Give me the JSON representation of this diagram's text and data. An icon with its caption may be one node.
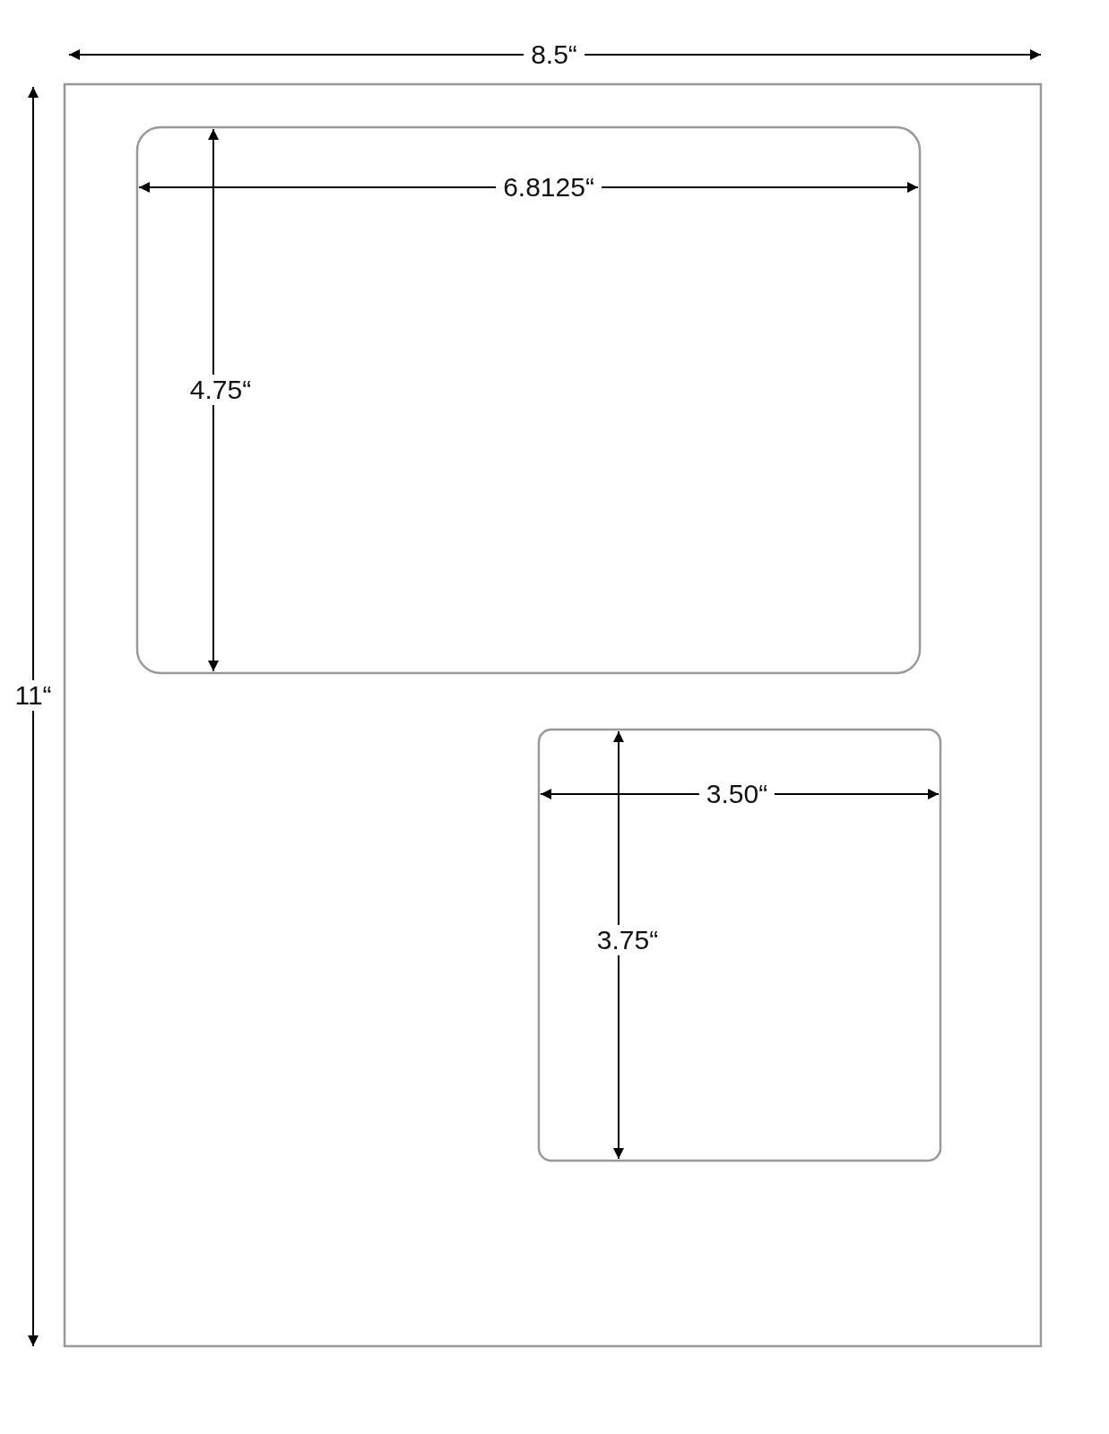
{
  "diagram": {
    "labels": [
      "8.5“",
      "6.8125“",
      "4.75“",
      "11“",
      "3.50“",
      "3.75“"
    ]
  }
}
